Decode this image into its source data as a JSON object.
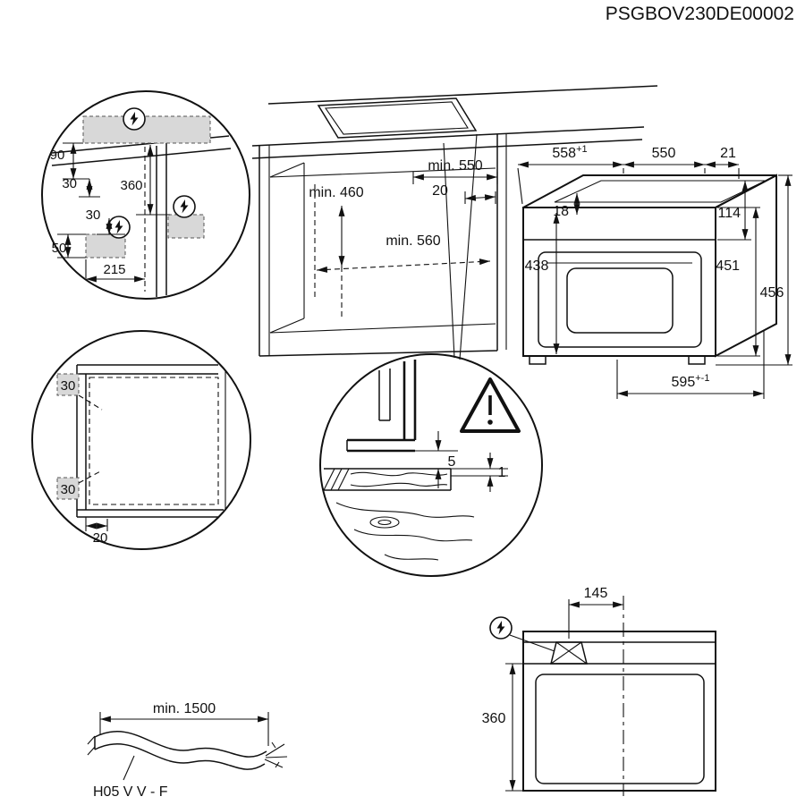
{
  "header": {
    "doc_code": "PSGBOV230DE00002"
  },
  "detail_wall": {
    "d90": "90",
    "d30_upper": "30",
    "d360": "360",
    "d30_lower": "30",
    "d50": "50",
    "d215": "215"
  },
  "cabinet": {
    "min550": "min. 550",
    "d20": "20",
    "min460": "min. 460",
    "min560": "min. 560"
  },
  "oven": {
    "d558": {
      "main": "558",
      "sup": "+1"
    },
    "d550": "550",
    "d21": "21",
    "d18": "18",
    "d114": "114",
    "d438": "438",
    "d451": "451",
    "d456": "456",
    "d595": {
      "main": "595",
      "sup": "+-1"
    }
  },
  "detail_front": {
    "d30_top": "30",
    "d30_bottom": "30",
    "d20": "20"
  },
  "detail_gap": {
    "d5": "5",
    "d1": "1"
  },
  "rear": {
    "d145": "145",
    "d360": "360"
  },
  "cable": {
    "min1500": "min. 1500",
    "type_label": "H05 V V - F"
  },
  "icons": [
    "lightning-bolt-icon",
    "warning-triangle-icon"
  ],
  "colors": {
    "line": "#111111",
    "hatch_fill": "#d8d8d8"
  }
}
